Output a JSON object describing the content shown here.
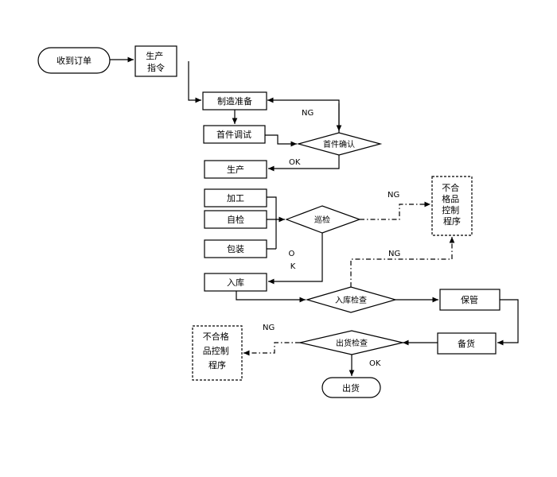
{
  "nodes": {
    "receive_order": "收到订单",
    "production_order": [
      "生产",
      "指令"
    ],
    "mfg_prep": "制造准备",
    "first_debug": "首件调试",
    "first_confirm": "首件确认",
    "production": "生产",
    "processing": "加工",
    "self_check": "自检",
    "packaging": "包装",
    "patrol_check": "巡检",
    "nonconform_1": [
      "不合",
      "格品",
      "控制",
      "程序"
    ],
    "warehousing": "入库",
    "warehouse_check": "入库检查",
    "storage": "保管",
    "stock_prep": "备货",
    "shipment_check": "出货检查",
    "nonconform_2": [
      "不合格",
      "品控制",
      "程序"
    ],
    "ship": "出货"
  },
  "edge_labels": {
    "ng_first": "NG",
    "ok_first": "OK",
    "ng_patrol": "NG",
    "ok_patrol": [
      "O",
      "K"
    ],
    "ng_warehouse": "NG",
    "ng_shipment": "NG",
    "ok_shipment": "OK"
  }
}
